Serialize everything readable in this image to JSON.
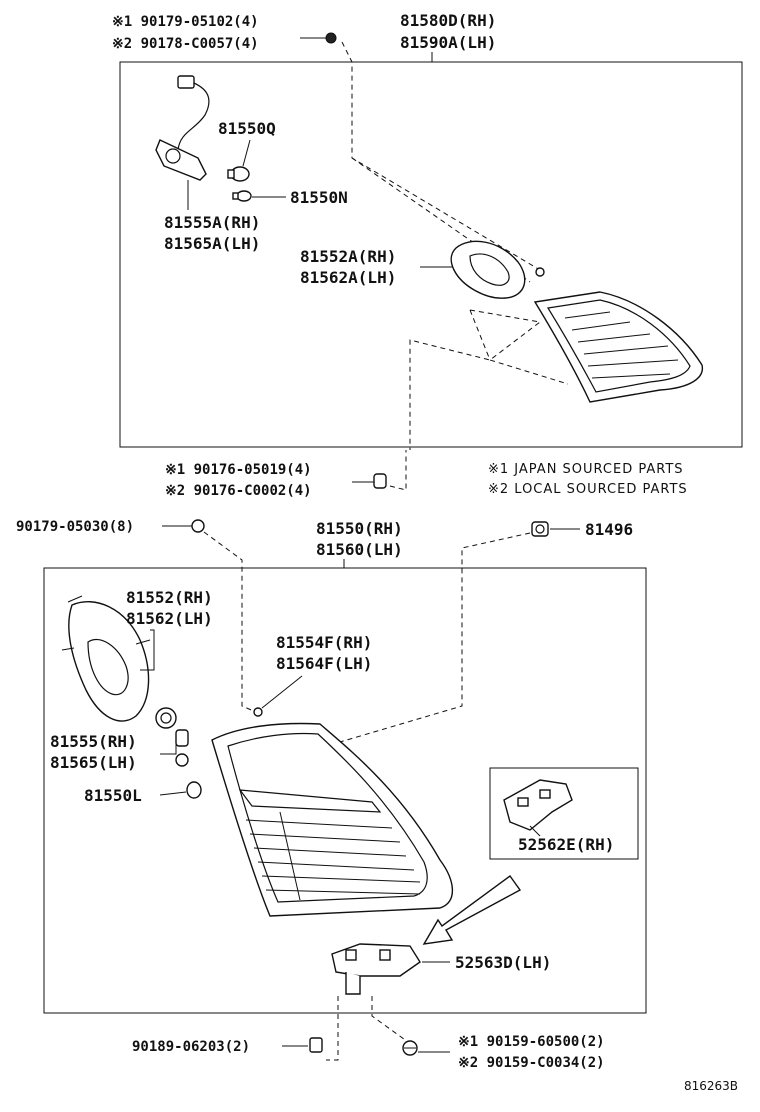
{
  "upper": {
    "clip_code1": "※1 90179-05102(4)",
    "clip_code2": "※2 90178-C0057(4)",
    "assy_rh": "81580D(RH)",
    "assy_lh": "81590A(LH)",
    "bulb_q": "81550Q",
    "bulb_n": "81550N",
    "socket_rh": "81555A(RH)",
    "socket_lh": "81565A(LH)",
    "gasket_rh": "81552A(RH)",
    "gasket_lh": "81562A(LH)",
    "nut_code1": "※1 90176-05019(4)",
    "nut_code2": "※2 90176-C0002(4)"
  },
  "notes": {
    "japan": "※1 JAPAN SOURCED PARTS",
    "local": "※2 LOCAL SOURCED PARTS"
  },
  "lower": {
    "clip": "90179-05030(8)",
    "assy_rh": "81550(RH)",
    "assy_lh": "81560(LH)",
    "grommet": "81496",
    "gasket_rh": "81552(RH)",
    "gasket_lh": "81562(LH)",
    "cushion_rh": "81554F(RH)",
    "cushion_lh": "81564F(LH)",
    "socket_rh": "81555(RH)",
    "socket_lh": "81565(LH)",
    "bulb_l": "81550L",
    "retainer_rh": "52562E(RH)",
    "retainer_lh": "52563D(LH)",
    "nut": "90189-06203(2)",
    "screw_code1": "※1 90159-60500(2)",
    "screw_code2": "※2 90159-C0034(2)"
  },
  "figure_code": "816263B"
}
